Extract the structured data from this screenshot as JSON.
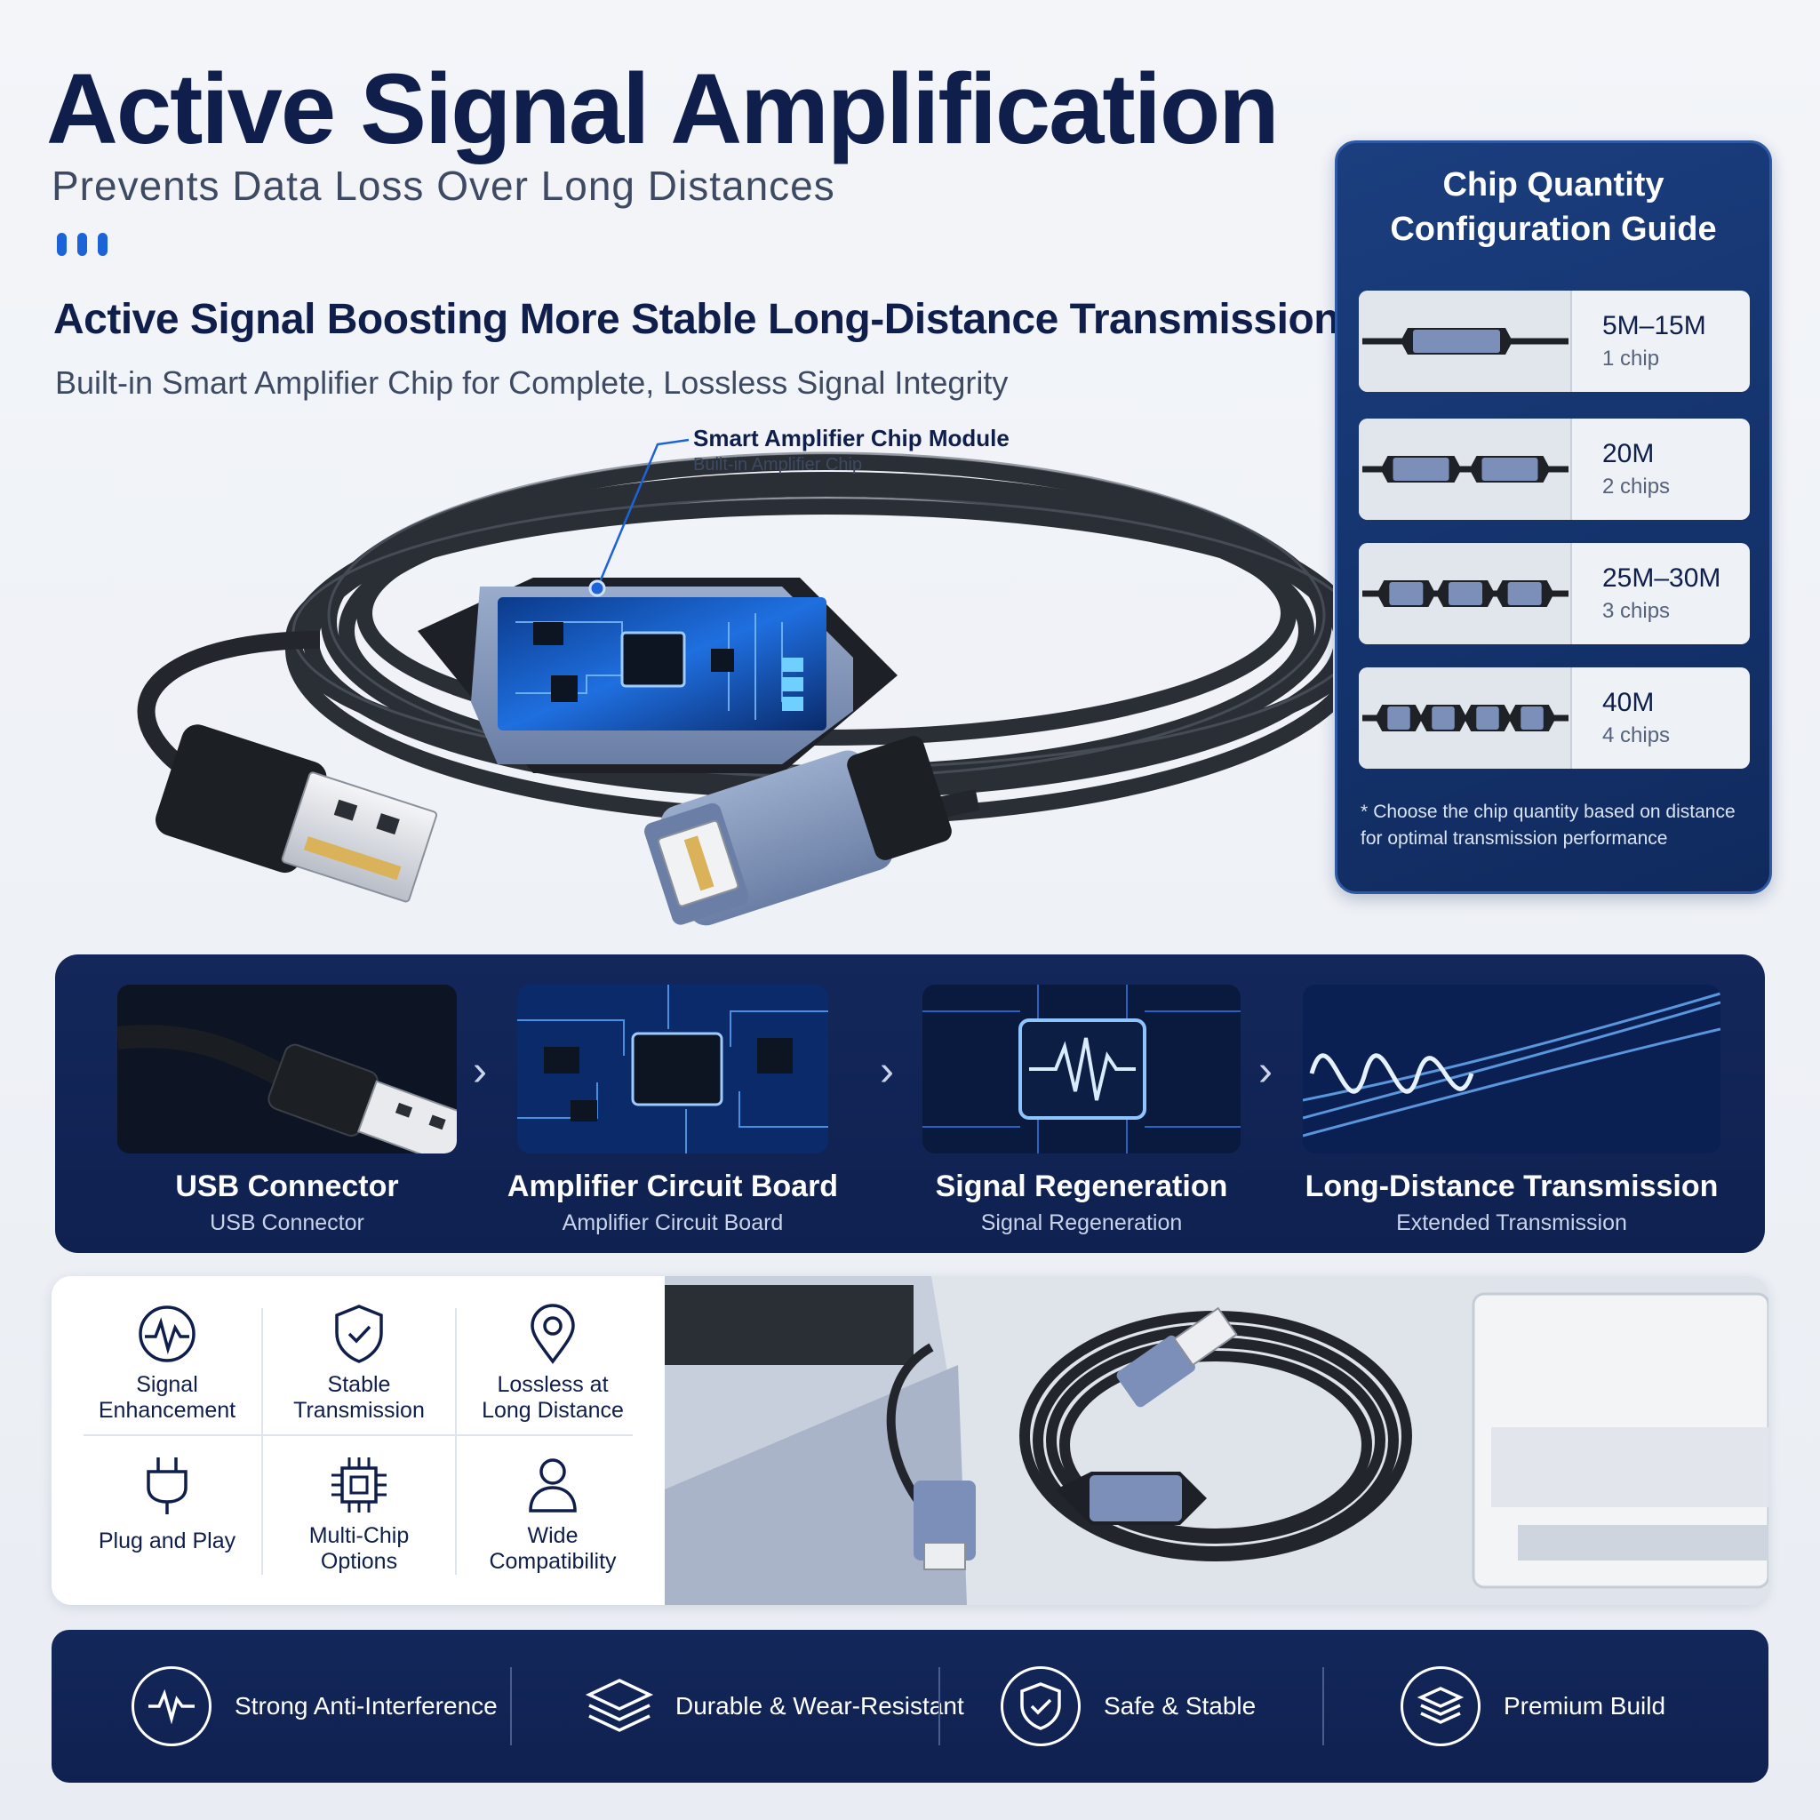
{
  "header": {
    "title": "Active Signal Amplification",
    "subtitle": "Prevents Data Loss Over Long Distances",
    "headline": "Active Signal Boosting  More Stable Long-Distance Transmission",
    "subline": "Built-in Smart Amplifier Chip for Complete, Lossless Signal Integrity"
  },
  "callout": {
    "title": "Smart Amplifier Chip Module",
    "subtitle": "Built-in Amplifier Chip"
  },
  "guide": {
    "title_line1": "Chip Quantity",
    "title_line2": "Configuration Guide",
    "rows": [
      {
        "length": "5M–15M",
        "chips": "1 chip",
        "chip_count": 1
      },
      {
        "length": "20M",
        "chips": "2 chips",
        "chip_count": 2
      },
      {
        "length": "25M–30M",
        "chips": "3 chips",
        "chip_count": 3
      },
      {
        "length": "40M",
        "chips": "4 chips",
        "chip_count": 4
      }
    ],
    "note_star": "*",
    "note": "Choose the chip quantity based on distance for optimal transmission performance"
  },
  "process": {
    "steps": [
      {
        "label": "USB Connector",
        "sub": "USB Connector"
      },
      {
        "label": "Amplifier Circuit Board",
        "sub": "Amplifier Circuit Board"
      },
      {
        "label": "Signal Regeneration",
        "sub": "Signal Regeneration"
      },
      {
        "label": "Long-Distance Transmission",
        "sub": "Extended Transmission"
      }
    ],
    "arrow": "›"
  },
  "features": {
    "items": [
      {
        "line1": "Signal",
        "line2": "Enhancement",
        "icon": "signal-wave-icon"
      },
      {
        "line1": "Stable",
        "line2": "Transmission",
        "icon": "shield-check-icon"
      },
      {
        "line1": "Lossless at",
        "line2": "Long Distance",
        "icon": "location-pin-icon"
      },
      {
        "line1": "Plug and Play",
        "line2": "",
        "icon": "plug-icon"
      },
      {
        "line1": "Multi-Chip",
        "line2": "Options",
        "icon": "chip-icon"
      },
      {
        "line1": "Wide",
        "line2": "Compatibility",
        "icon": "user-icon"
      }
    ]
  },
  "bottom": {
    "items": [
      {
        "label": "Strong Anti-Interference",
        "icon": "pulse-icon"
      },
      {
        "label": "Durable & Wear-Resistant",
        "icon": "layers-icon"
      },
      {
        "label": "Safe & Stable",
        "icon": "shield-check-icon"
      },
      {
        "label": "Premium Build",
        "icon": "layers-icon"
      }
    ]
  },
  "colors": {
    "navy": "#0f1e4a",
    "panel": "#13275a",
    "accent": "#1d63d8",
    "steel": "#7b8fb8"
  }
}
